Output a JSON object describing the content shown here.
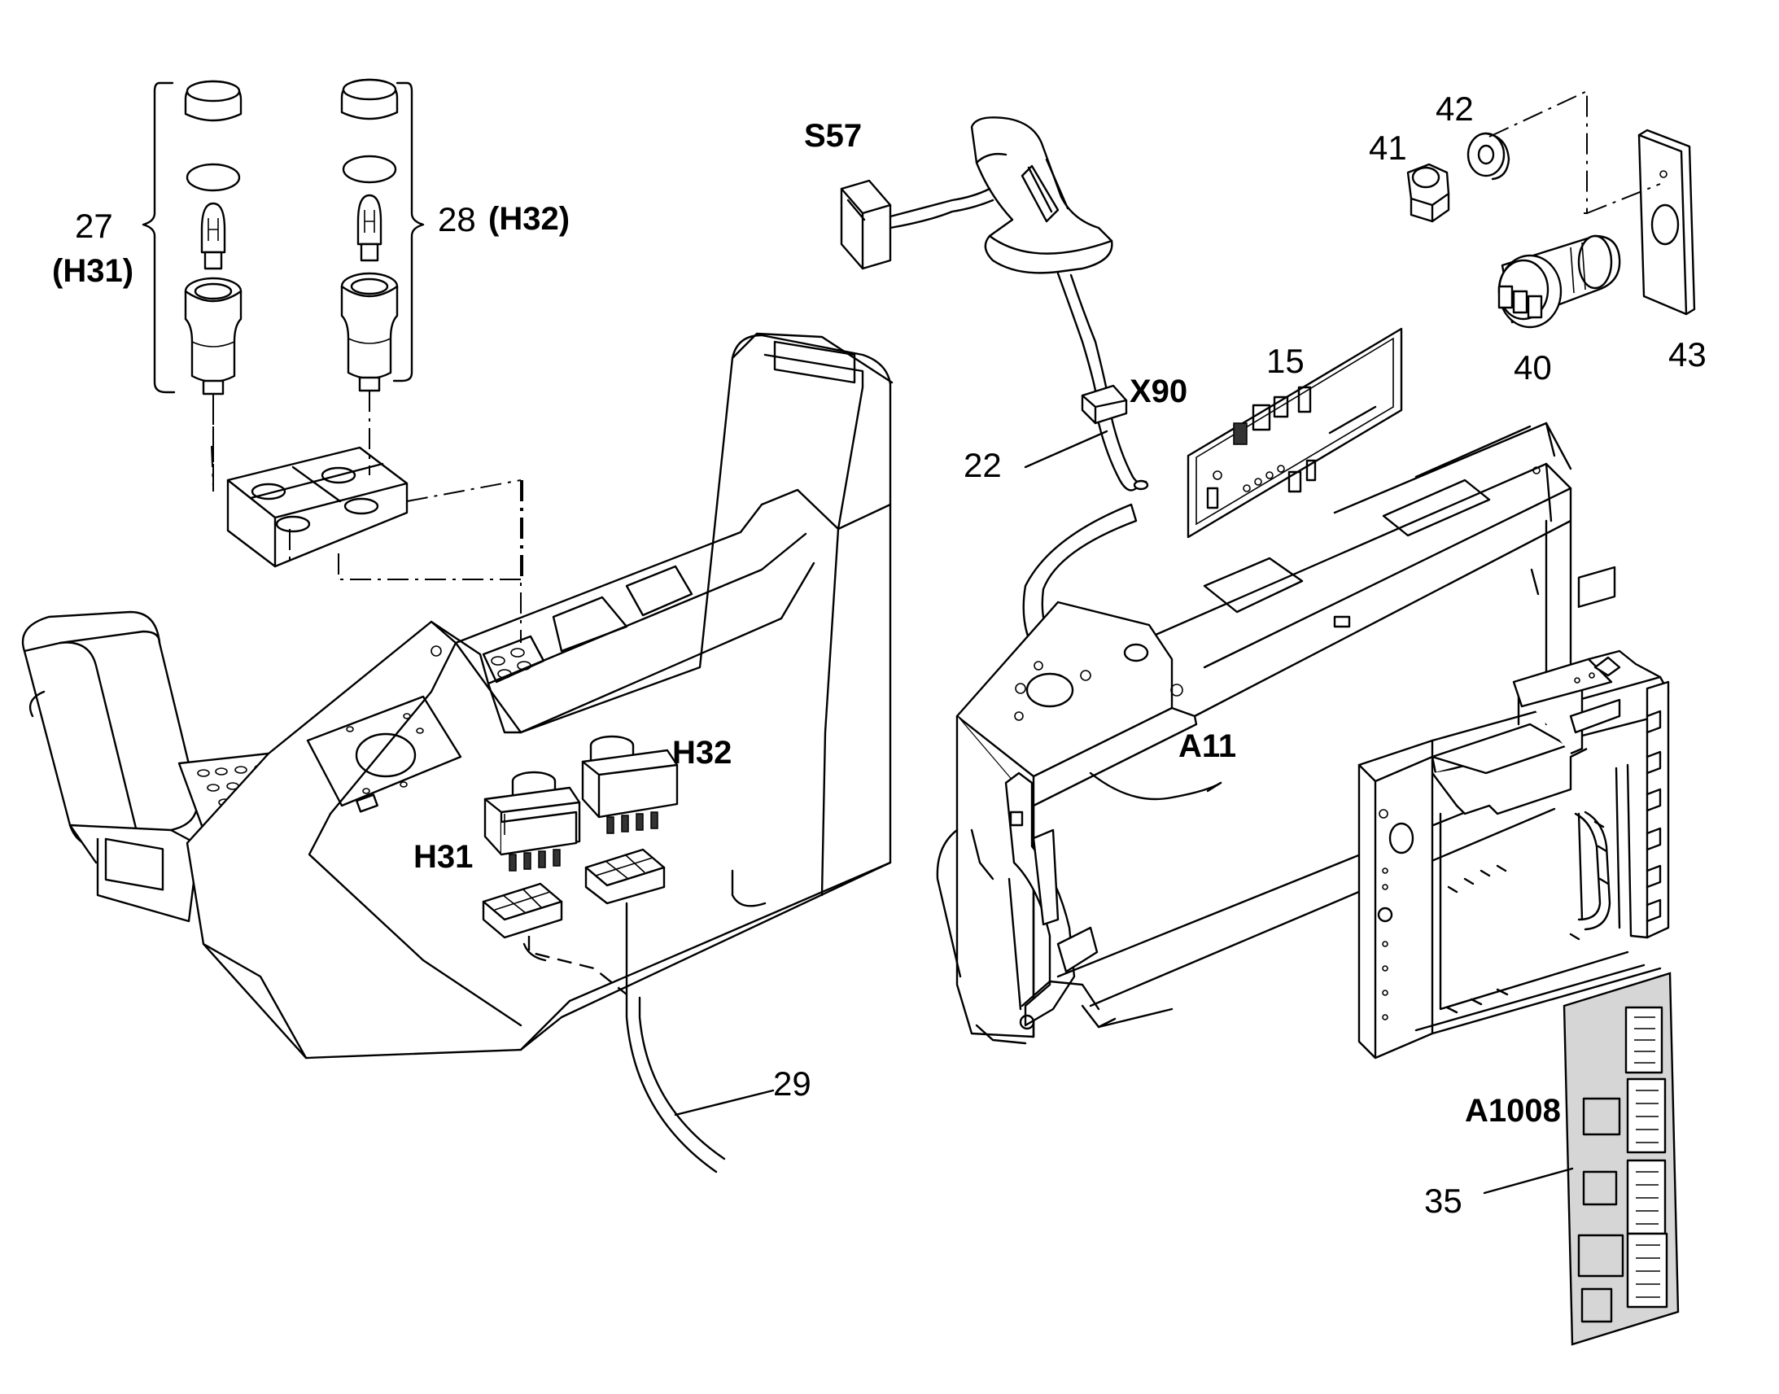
{
  "callouts": {
    "p27": "27",
    "h31_ref": "(H31)",
    "p28": "28",
    "h32_ref": "(H32)",
    "s57": "S57",
    "x90": "X90",
    "p22": "22",
    "p15": "15",
    "p41": "41",
    "p42": "42",
    "p40": "40",
    "p43": "43",
    "h32": "H32",
    "h31": "H31",
    "a11": "A11",
    "p29": "29",
    "a1008": "A1008",
    "p35": "35"
  }
}
